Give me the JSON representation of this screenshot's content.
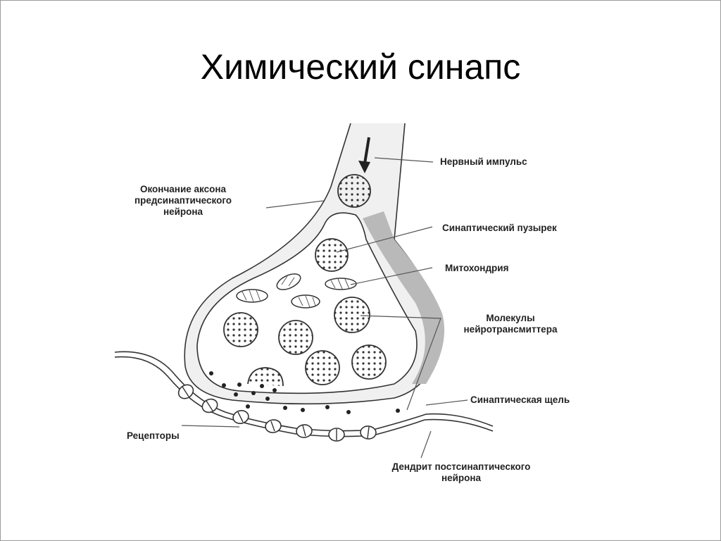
{
  "title": "Химический синапс",
  "labels": {
    "impulse": "Нервный импульс",
    "axon_1": "Окончание аксона",
    "axon_2": "предсинаптического",
    "axon_3": "нейрона",
    "vesicle": "Синаптический пузырек",
    "mito": "Митохондрия",
    "mol_1": "Молекулы",
    "mol_2": "нейротрансмиттера",
    "cleft": "Синаптическая щель",
    "receptors": "Рецепторы",
    "dendrite_1": "Дендрит постсинаптического",
    "dendrite_2": "нейрона"
  }
}
